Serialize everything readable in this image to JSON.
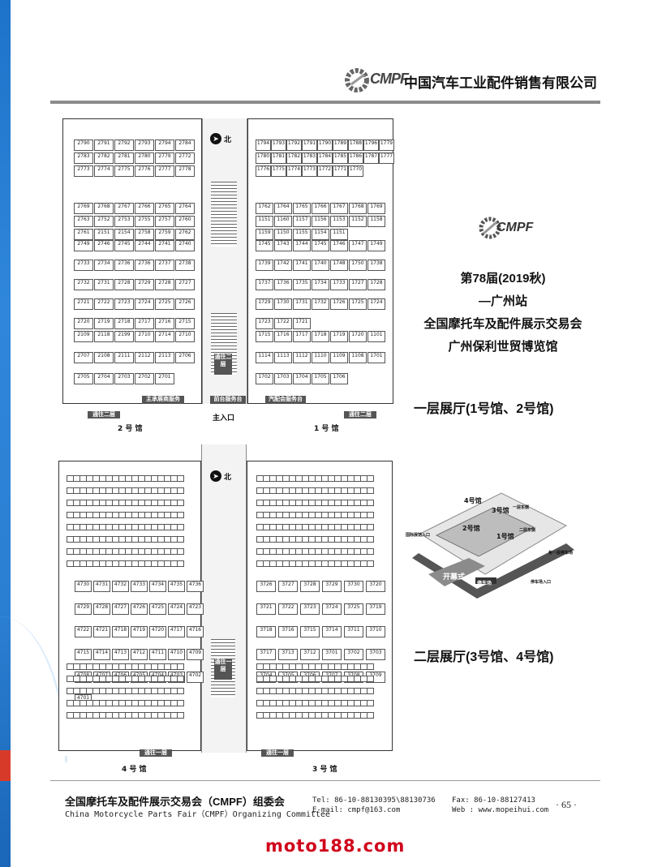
{
  "header": {
    "logo_text": "CMPF",
    "company": "中国汽车工业配件销售有限公司"
  },
  "info": {
    "logo_text": "CMPF",
    "edition": "第78届(2019秋)",
    "station": "—广州站",
    "fair": "全国摩托车及配件展示交易会",
    "venue": "广州保利世贸博览馆"
  },
  "floors": {
    "first": "一层展厅(1号馆、2号馆)",
    "second": "二层展厅(3号馆、4号馆)"
  },
  "plan1": {
    "north": "北",
    "main_entrance": "主入口",
    "hall_left": "2 号 馆",
    "hall_right": "1 号 馆",
    "stairs": "通往二层",
    "service_left": "主承展商服务",
    "service_mid": "前台服务台",
    "service_right": "汽配会服务台",
    "exit_left": "通往二层",
    "exit_right": "通往二层"
  },
  "plan2": {
    "north": "北",
    "hall_left": "4 号 馆",
    "hall_right": "3 号 馆",
    "stairs": "通往一层",
    "exit_left": "通往一层",
    "exit_right": "通往一层"
  },
  "booths": {
    "h2_top": [
      "2790",
      "2791",
      "2792",
      "2793",
      "2794",
      "2784",
      "2783",
      "2782",
      "2781",
      "2780",
      "2779",
      "2772",
      "2773",
      "2774",
      "2775",
      "2776",
      "2777",
      "2778"
    ],
    "h2_mid": [
      "2769",
      "2768",
      "2767",
      "2766",
      "2765",
      "2764",
      "2763",
      "2752",
      "2753",
      "2755",
      "2757",
      "2760",
      "2761",
      "2151",
      "2154",
      "2758",
      "2759",
      "2762"
    ],
    "h2_rows": [
      "2749",
      "2746",
      "2745",
      "2744",
      "2741",
      "2740",
      "2733",
      "2734",
      "2736",
      "2736",
      "2737",
      "2738",
      "2732",
      "2731",
      "2728",
      "2729",
      "2728",
      "2727",
      "2721",
      "2722",
      "2723",
      "2724",
      "2725",
      "2726",
      "2720",
      "2719",
      "2718",
      "2717",
      "2716",
      "2715"
    ],
    "h2_bottom": [
      "2109",
      "2118",
      "2199",
      "2710",
      "2714",
      "2710",
      "2707",
      "2108",
      "2111",
      "2112",
      "2113",
      "2706",
      "2705",
      "2704",
      "2703",
      "2702",
      "2701"
    ],
    "h1_top": [
      "1794",
      "1793",
      "1792",
      "1791",
      "1790",
      "1789",
      "1788",
      "1796",
      "1779",
      "1780",
      "1781",
      "1782",
      "1783",
      "1784",
      "1785",
      "1786",
      "1787",
      "1777",
      "1776",
      "1775",
      "1774",
      "1773",
      "1772",
      "1771",
      "1770"
    ],
    "h1_mid": [
      "1762",
      "1764",
      "1765",
      "1766",
      "1767",
      "1768",
      "1769",
      "1151",
      "1160",
      "1157",
      "1156",
      "1153",
      "1152",
      "1158",
      "1159",
      "1150",
      "1155",
      "1154",
      "1151"
    ],
    "h1_rows": [
      "1745",
      "1743",
      "1744",
      "1745",
      "1746",
      "1747",
      "1749",
      "1739",
      "1742",
      "1741",
      "1740",
      "1748",
      "1750",
      "1738",
      "1737",
      "1736",
      "1735",
      "1734",
      "1733",
      "1727",
      "1728",
      "1729",
      "1730",
      "1731",
      "1732",
      "1726",
      "1725",
      "1724",
      "1723",
      "1722",
      "1721"
    ],
    "h1_bottom": [
      "1715",
      "1716",
      "1717",
      "1718",
      "1719",
      "1720",
      "1101",
      "1114",
      "1113",
      "1112",
      "1110",
      "1109",
      "1108",
      "1701",
      "1702",
      "1703",
      "1704",
      "1705",
      "1706"
    ],
    "h3_rows": [
      "3726",
      "3727",
      "3728",
      "3729",
      "3730",
      "3720",
      "3721",
      "3722",
      "3723",
      "3724",
      "3725",
      "3719",
      "3718",
      "3716",
      "3715",
      "3714",
      "3711",
      "3710",
      "3717",
      "3713",
      "3712",
      "3701",
      "3702",
      "3703",
      "3704",
      "3705",
      "3706",
      "3707",
      "3708",
      "3709"
    ],
    "h4_rows": [
      "4730",
      "4731",
      "4732",
      "4733",
      "4734",
      "4735",
      "4736",
      "4729",
      "4728",
      "4727",
      "4726",
      "4725",
      "4724",
      "4723",
      "4722",
      "4721",
      "4718",
      "4719",
      "4720",
      "4717",
      "4716",
      "4715",
      "4714",
      "4713",
      "4712",
      "4711",
      "4710",
      "4709",
      "4708",
      "4707",
      "4706",
      "4705",
      "4704",
      "4703",
      "4702",
      "4701"
    ]
  },
  "map3d": {
    "hall4": "4号馆",
    "hall3": "3号馆",
    "hall2": "2号馆",
    "hall1": "1号馆",
    "road": "开幕式",
    "parking": "停车场",
    "exits": [
      "一层东侧",
      "二层东侧",
      "国际展馆入口",
      "免一层停车场",
      "停车场入口"
    ]
  },
  "footer": {
    "org_cn": "全国摩托车及配件展示交易会（CMPF）组委会",
    "org_en": "China Motorcycle Parts Fair（CMPF）Organizing Committee",
    "tel": "Tel: 86-10-88130395\\88130736",
    "fax": "Fax: 86-10-88127413",
    "email": "E-mail: cmpf@163.com",
    "web": "Web : www.mopeihui.com",
    "page": "· 65 ·"
  },
  "watermark": "moto188.com",
  "colors": {
    "bar_blue": "#2b7fd3",
    "bar_red": "#d83a2a",
    "watermark_red": "#d0021b"
  }
}
